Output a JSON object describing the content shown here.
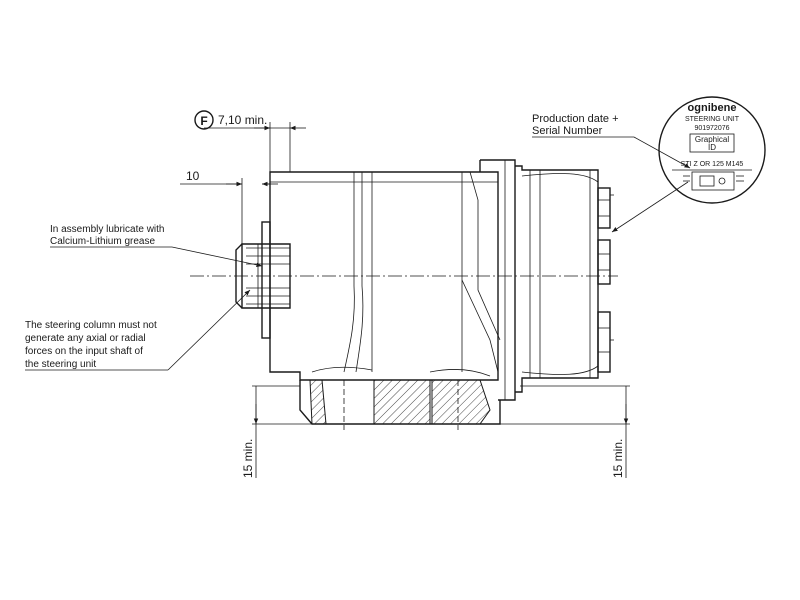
{
  "dimensions": {
    "flag_letter": "F",
    "flag_value": "7,10 min.",
    "shaft_value": "10",
    "bottom_left": "15 min.",
    "bottom_right": "15 min."
  },
  "notes": {
    "lubricate_line1": "In assembly lubricate with",
    "lubricate_line2": "Calcium-Lithium grease",
    "column_line1": "The steering column must not",
    "column_line2": "generate any axial or radial",
    "column_line3": "forces on the input shaft of",
    "column_line4": "the steering unit",
    "production_line1": "Production date +",
    "production_line2": "Serial Number"
  },
  "label": {
    "brand": "ognibene",
    "line1": "STEERING UNIT",
    "line2": "901972076",
    "graphical_line1": "Graphical",
    "graphical_line2": "ID",
    "model": "STI Z OR 125 M145"
  }
}
